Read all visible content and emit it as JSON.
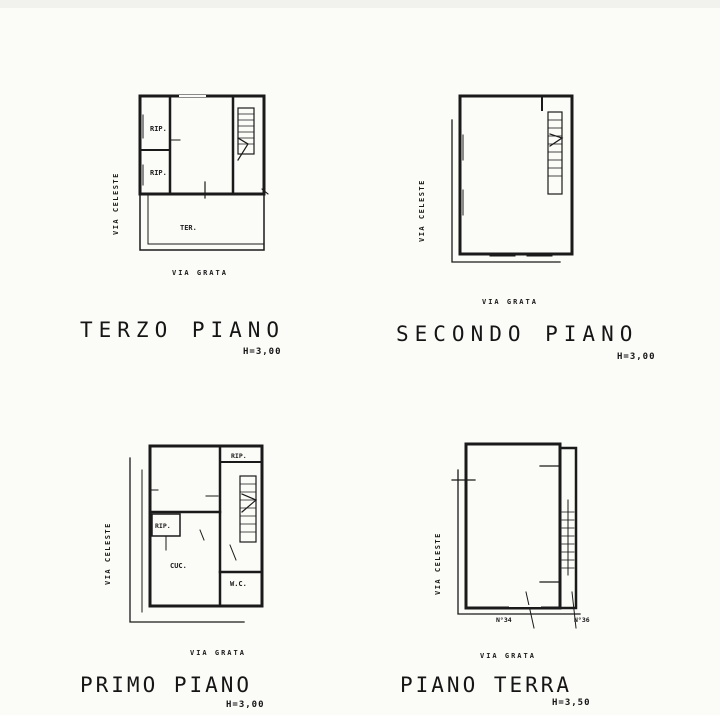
{
  "plans": [
    {
      "id": "terzo",
      "title": "TERZO PIANO",
      "height": "H=3,00",
      "street_side": "VIA CELESTE",
      "street_bottom": "VIA GRATA",
      "rooms": [
        "RIP.",
        "RIP.",
        "TER."
      ]
    },
    {
      "id": "secondo",
      "title": "SECONDO PIANO",
      "height": "H=3,00",
      "street_side": "VIA CELESTE",
      "street_bottom": "VIA GRATA",
      "rooms": []
    },
    {
      "id": "primo",
      "title": "PRIMO PIANO",
      "height": "H=3,00",
      "street_side": "VIA CELESTE",
      "street_bottom": "VIA GRATA",
      "rooms": [
        "RIP.",
        "RIP.",
        "CUC.",
        "W.C."
      ]
    },
    {
      "id": "terra",
      "title": "PIANO TERRA",
      "height": "H=3,50",
      "street_side": "VIA CELESTE",
      "street_bottom": "VIA GRATA",
      "rooms": [],
      "numbers": [
        "N°34",
        "N°36"
      ]
    }
  ]
}
